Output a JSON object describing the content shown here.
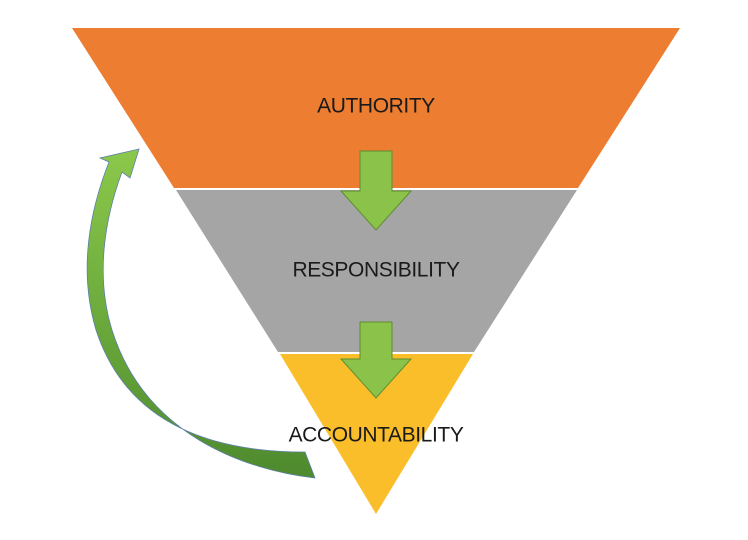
{
  "diagram": {
    "tiers": [
      {
        "label": "AUTHORITY",
        "color": "#ED7D31"
      },
      {
        "label": "RESPONSIBILITY",
        "color": "#A5A5A5"
      },
      {
        "label": "ACCOUNTABILITY",
        "color": "#FBBE2B"
      }
    ],
    "arrow_color": "#8BC34A",
    "arrow_outline": "#5E8E2E",
    "feedback_arrow_color": "#7AB648"
  }
}
